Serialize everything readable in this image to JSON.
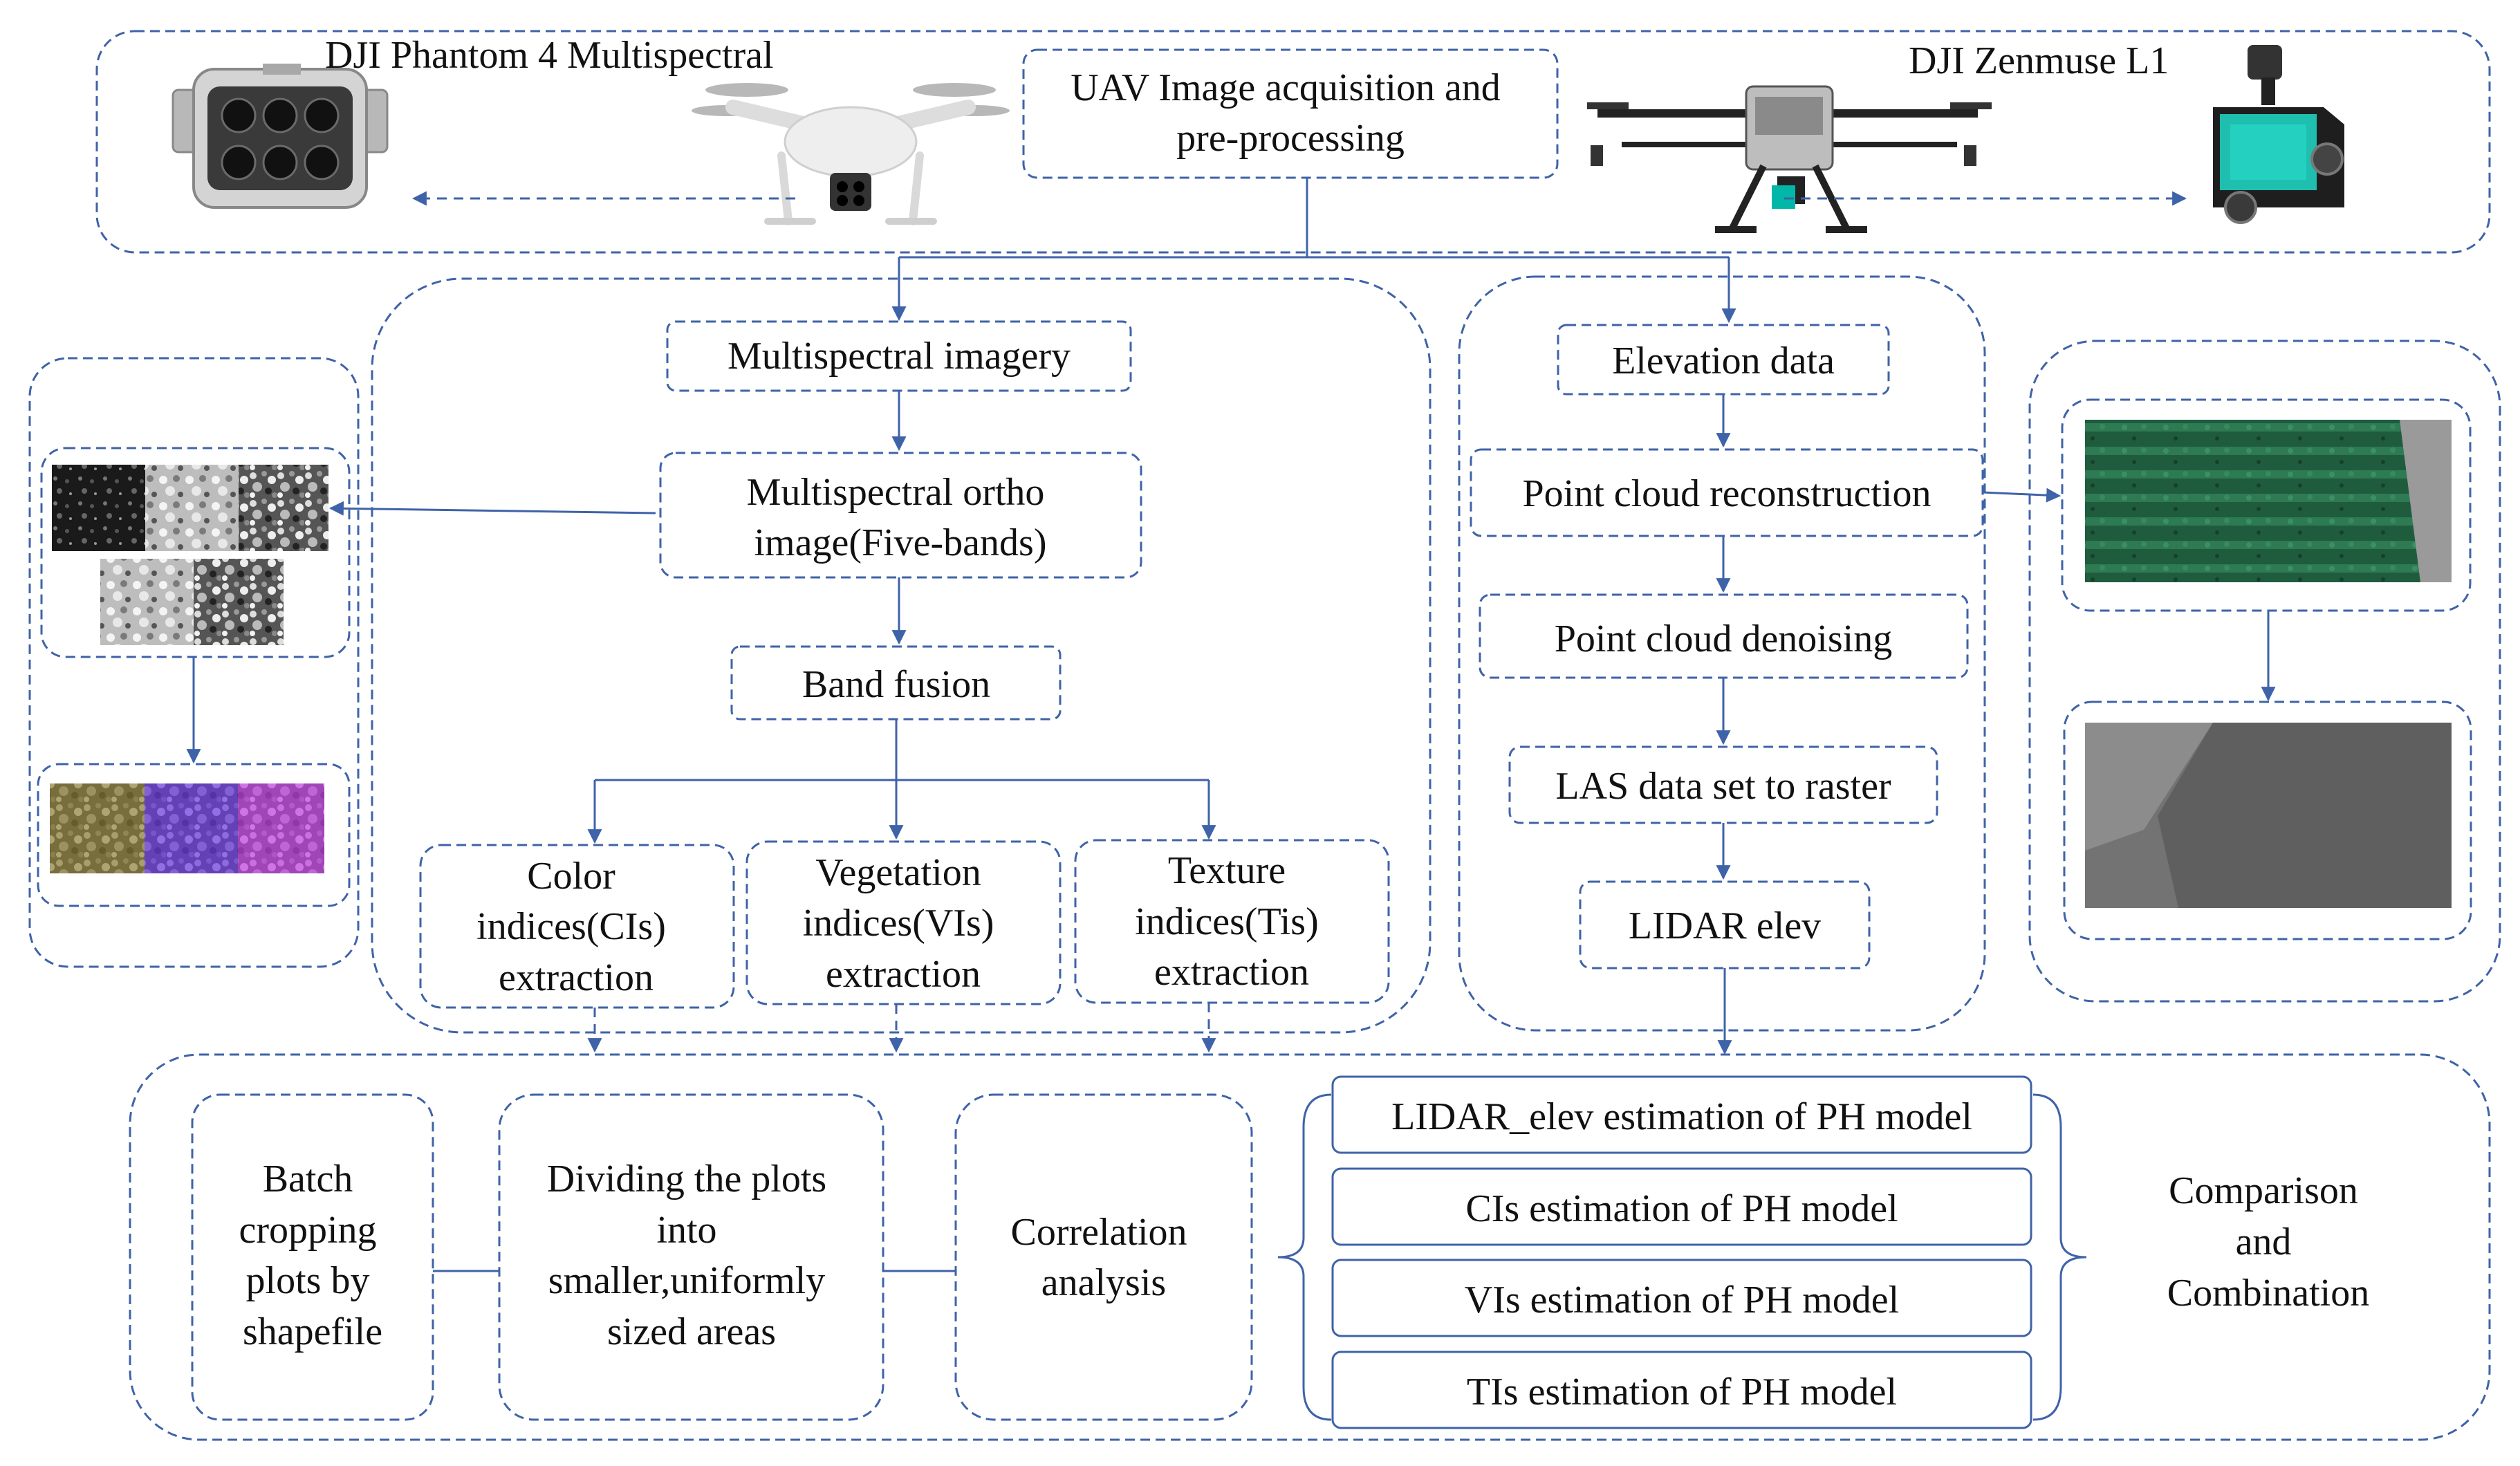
{
  "header": {
    "left_device": "DJI Phantom 4 Multispectral",
    "right_device": "DJI Zenmuse L1",
    "acquisition": [
      "UAV Image acquisition and",
      "pre-processing"
    ]
  },
  "multispectral": {
    "imagery": "Multispectral imagery",
    "ortho": [
      "Multispectral ortho",
      "image(Five-bands)"
    ],
    "band_fusion": "Band fusion",
    "color": [
      "Color",
      "indices(CIs)",
      "extraction"
    ],
    "vegetation": [
      "Vegetation",
      "indices(VIs)",
      "extraction"
    ],
    "texture": [
      "Texture",
      "indices(Tis)",
      "extraction"
    ]
  },
  "lidar": {
    "elevation": "Elevation data",
    "reconstruction": "Point cloud reconstruction",
    "denoising": "Point cloud denoising",
    "las": "LAS data set to raster",
    "elev": "LIDAR elev"
  },
  "analysis": {
    "batch": [
      "Batch",
      "cropping",
      "plots by",
      "shapefile"
    ],
    "dividing": [
      "Dividing the plots",
      "into",
      "smaller,uniformly",
      "sized areas"
    ],
    "correlation": [
      "Correlation",
      "analysis"
    ],
    "models": [
      "LIDAR_elev estimation of PH model",
      "CIs estimation of PH model",
      "VIs estimation of PH model",
      "TIs estimation of PH model"
    ],
    "comparison": [
      "Comparison",
      "and",
      "Combination"
    ]
  },
  "colors": {
    "line": "#3f63a8",
    "ms_composite": [
      "#8a7a30",
      "#6a3ae0",
      "#c040e0"
    ],
    "lidar_green": "#1e5a3a",
    "lidar_gray": "#707070"
  }
}
